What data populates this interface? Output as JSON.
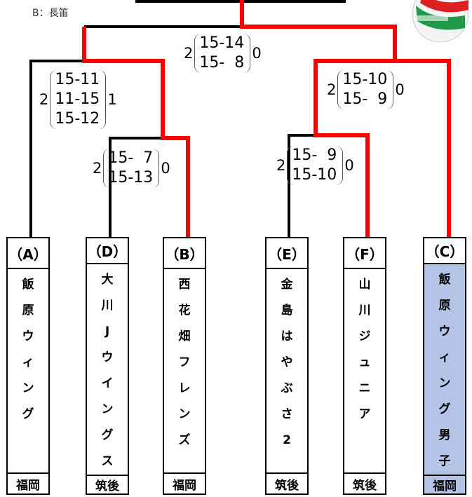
{
  "note": "B：長笛",
  "scores": {
    "final": {
      "wins": "2",
      "sets": [
        "15-14",
        "15-  8"
      ],
      "losses": "0"
    },
    "left_semi": {
      "wins": "2",
      "sets": [
        "15-11",
        "11-15",
        "15-12"
      ],
      "losses": "1"
    },
    "left_quarter": {
      "wins": "2",
      "sets": [
        "15-  7",
        "15-13"
      ],
      "losses": "0"
    },
    "right_semi": {
      "wins": "2",
      "sets": [
        "15-10",
        "15-  9"
      ],
      "losses": "0"
    },
    "right_quarter": {
      "wins": "2",
      "sets": [
        "15-  9",
        "15-10"
      ],
      "losses": "0"
    }
  },
  "teams": [
    {
      "label": "（A）",
      "name": [
        "飯",
        "原",
        "ウ",
        "ィ",
        "ン",
        "グ"
      ],
      "region": "福岡",
      "highlight": false
    },
    {
      "label": "（D）",
      "name": [
        "大",
        "川",
        "J",
        "ウ",
        "イ",
        "ン",
        "グ",
        "ス"
      ],
      "region": "筑後",
      "highlight": false
    },
    {
      "label": "（B）",
      "name": [
        "西",
        "花",
        "畑",
        "フ",
        "レ",
        "ン",
        "ズ"
      ],
      "region": "福岡",
      "highlight": false
    },
    {
      "label": "（E）",
      "name": [
        "金",
        "島",
        "は",
        "や",
        "ぶ",
        "さ",
        "2"
      ],
      "region": "筑後",
      "highlight": false
    },
    {
      "label": "（F）",
      "name": [
        "山",
        "川",
        "ジ",
        "ュ",
        "ニ",
        "ア"
      ],
      "region": "筑後",
      "highlight": false
    },
    {
      "label": "（C）",
      "name": [
        "飯",
        "原",
        "ウ",
        "ィ",
        "ン",
        "グ",
        "男",
        "子"
      ],
      "region": "福岡",
      "highlight": true
    }
  ],
  "colors": {
    "winner_path": "#ff0000",
    "loser_path": "#000000",
    "highlight_fill": "#b4c4e6"
  },
  "icons": {
    "ball": "volleyball-icon"
  }
}
